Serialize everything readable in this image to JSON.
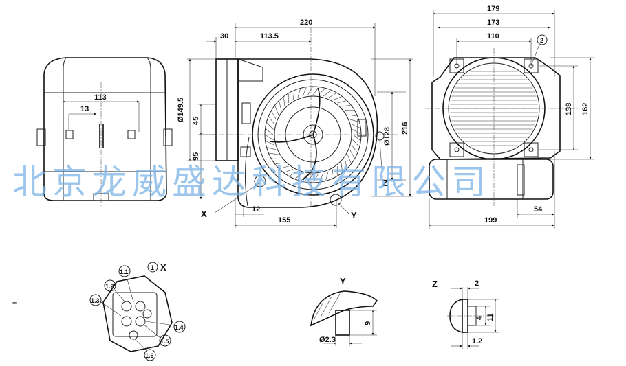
{
  "views": {
    "side": {
      "dim_width": "113",
      "dim_slot": "13"
    },
    "front": {
      "dim_overall": "220",
      "dim_offset": "113.5",
      "dim_flange": "30",
      "dim_outlet_dia": "Ø149.5",
      "dim_45": "45",
      "dim_95": "95",
      "dim_impeller_dia": "Ø128",
      "dim_height": "216",
      "dim_12": "12",
      "dim_155": "155",
      "marker_x": "X",
      "marker_y": "Y",
      "marker_z": "Z"
    },
    "end": {
      "dim_179": "179",
      "dim_173": "173",
      "dim_110": "110",
      "dim_138": "138",
      "dim_162": "162",
      "dim_54": "54",
      "dim_199": "199",
      "marker_2": "2"
    }
  },
  "details": {
    "x_detail": {
      "title_num": "1",
      "title_letter": "X",
      "pins": [
        "1.1",
        "1.2",
        "1.3",
        "1.4",
        "1.5",
        "1.6"
      ],
      "dash": "–"
    },
    "y_detail": {
      "title": "Y",
      "dim_9": "9",
      "dim_dia": "Ø2.3"
    },
    "z_detail": {
      "title": "Z",
      "dim_2": "2",
      "dim_4": "4",
      "dim_11": "11",
      "dim_1_2": "1.2"
    }
  },
  "watermark": "北京龙威盛达科技有限公司"
}
